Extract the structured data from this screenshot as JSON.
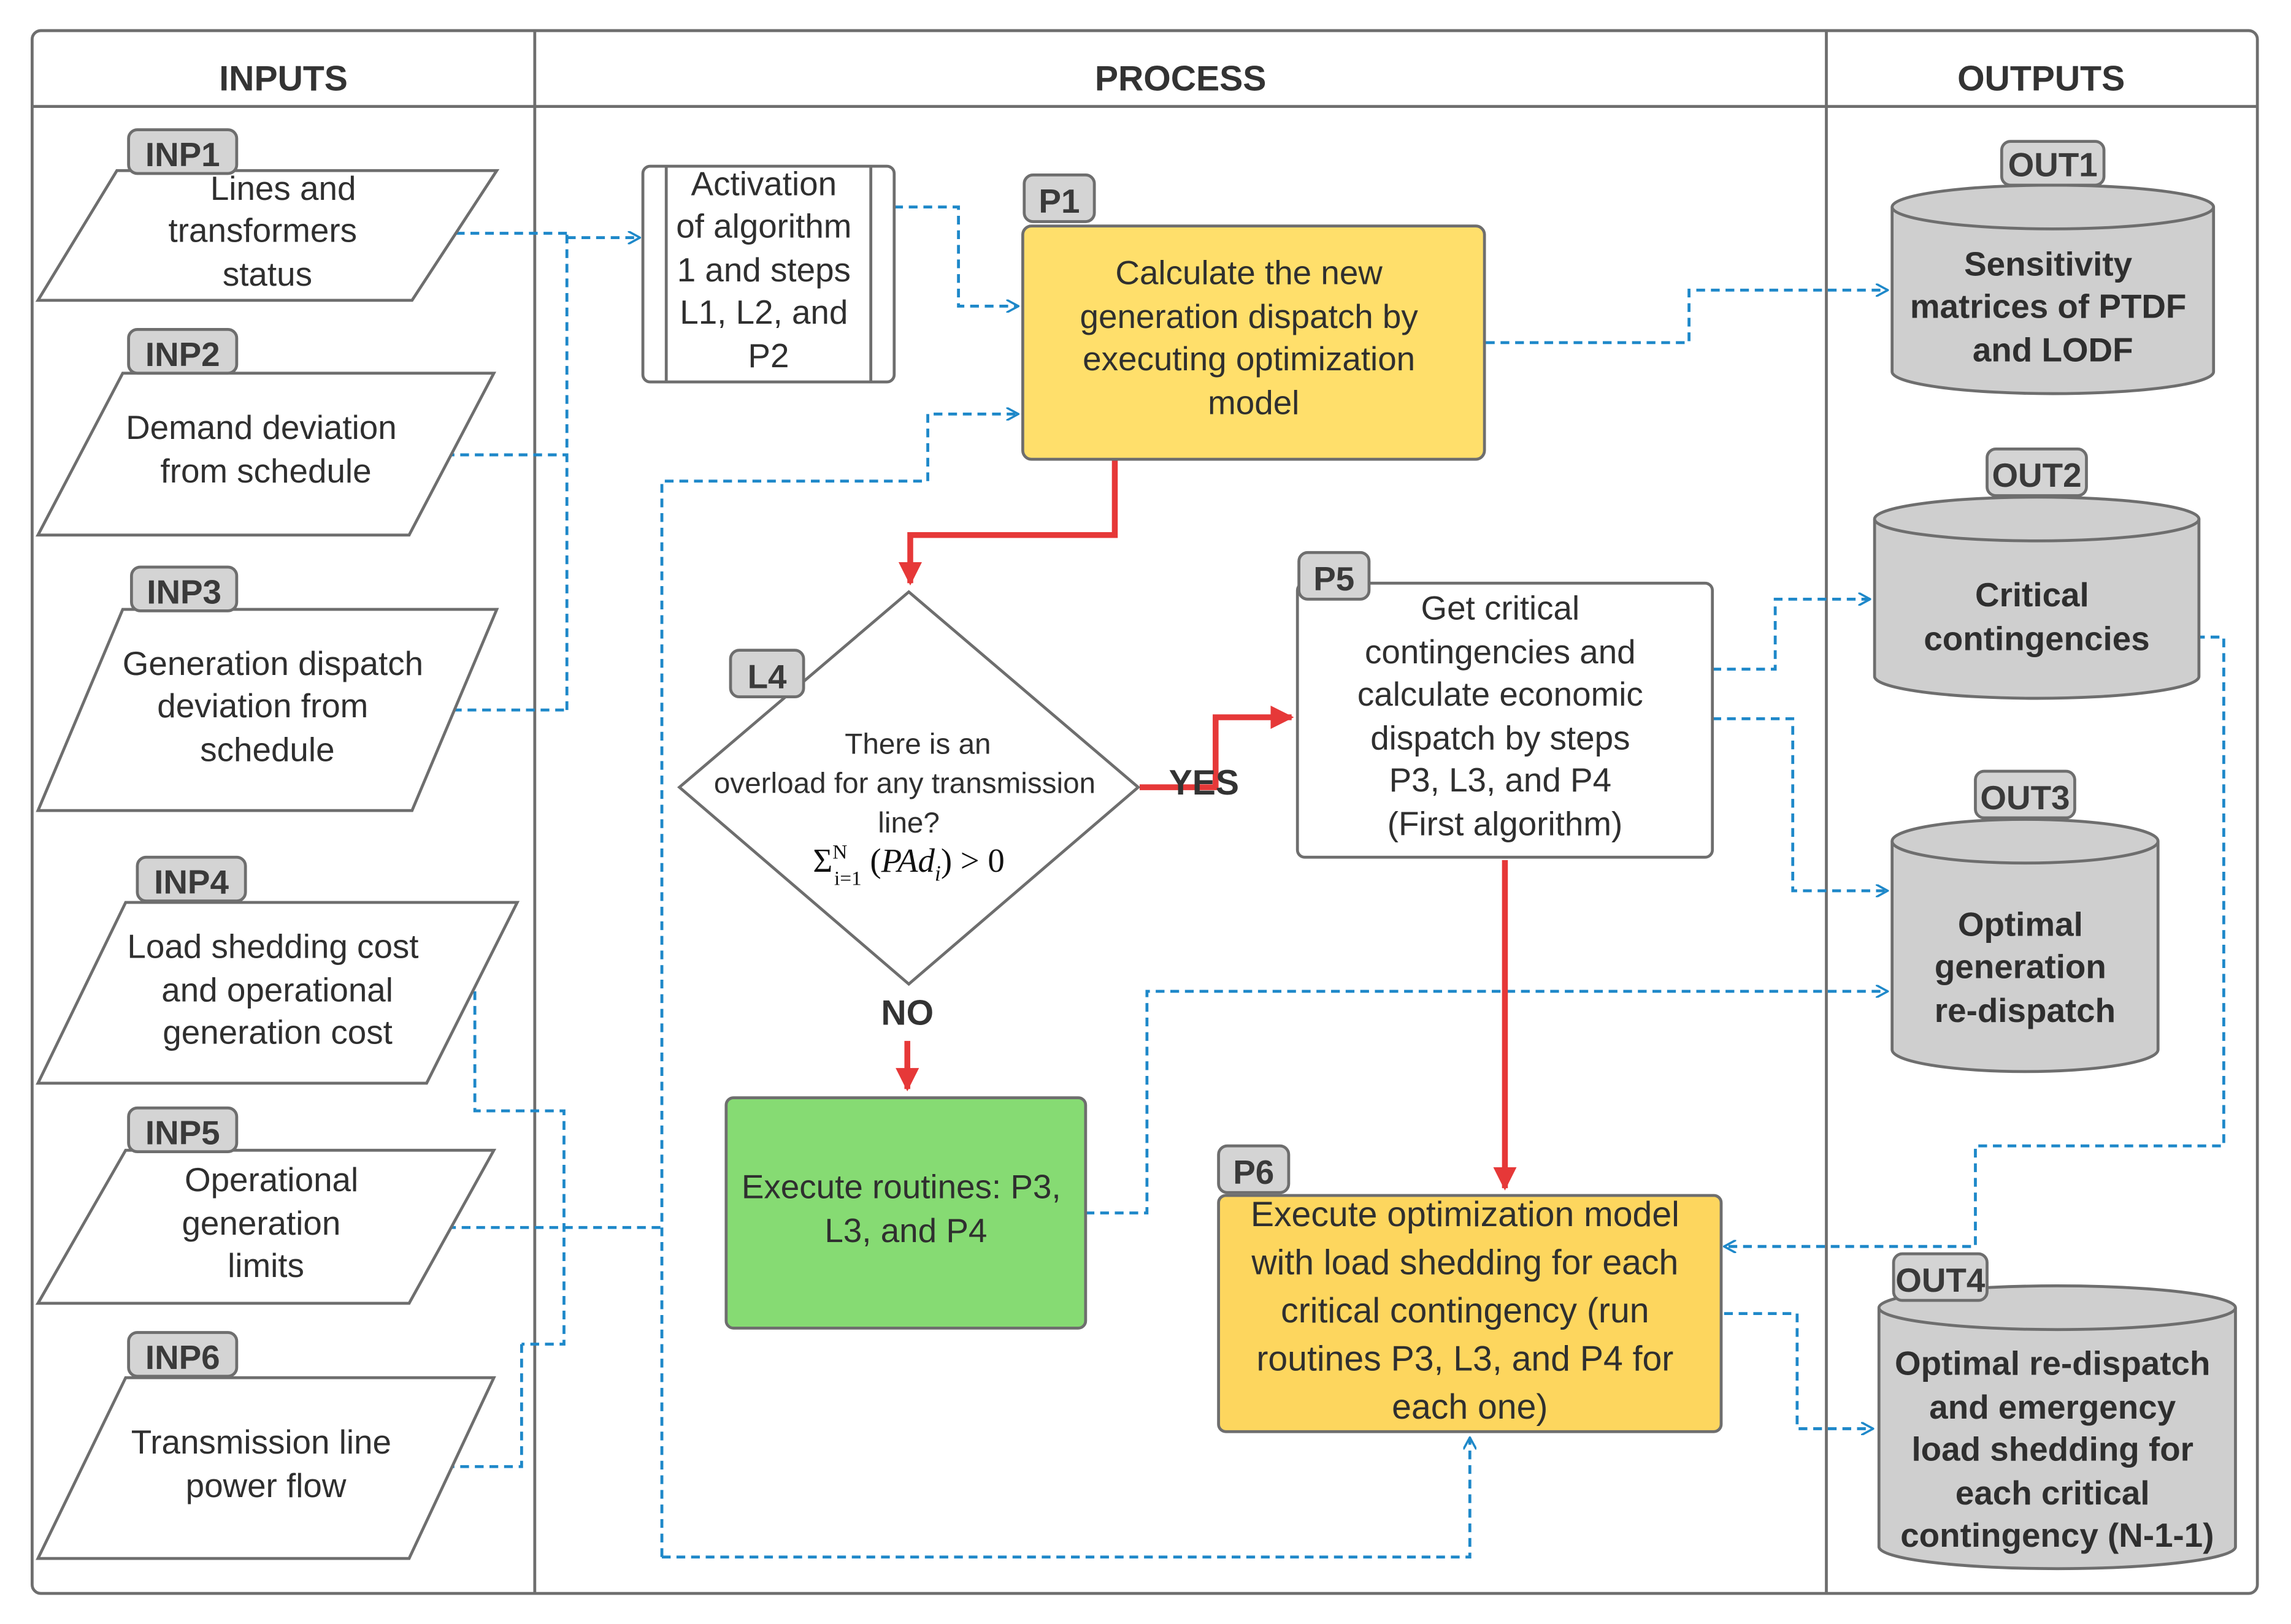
{
  "columns": {
    "inputs": "INPUTS",
    "process": "PROCESS",
    "outputs": "OUTPUTS"
  },
  "inputs": [
    {
      "tag": "INP1",
      "lines": [
        "Lines and",
        "transformers",
        "status"
      ]
    },
    {
      "tag": "INP2",
      "lines": [
        "Demand deviation",
        "from schedule"
      ]
    },
    {
      "tag": "INP3",
      "lines": [
        "Generation dispatch",
        "deviation from",
        "schedule"
      ]
    },
    {
      "tag": "INP4",
      "lines": [
        "Load shedding cost",
        "and operational",
        "generation cost"
      ]
    },
    {
      "tag": "INP5",
      "lines": [
        "Operational",
        "generation",
        "limits"
      ]
    },
    {
      "tag": "INP6",
      "lines": [
        "Transmission line",
        "power flow"
      ]
    }
  ],
  "process": {
    "activation": {
      "lines": [
        "Activation",
        "of algorithm",
        "1 and steps",
        "L1, L2, and",
        "P2"
      ]
    },
    "p1": {
      "tag": "P1",
      "lines": [
        "Calculate the new",
        "generation dispatch by",
        "executing optimization",
        "model"
      ],
      "fill": "#ffdf6b"
    },
    "l4": {
      "tag": "L4",
      "lines": [
        "There is an",
        "overload for any transmission",
        "line?"
      ],
      "formula": "Σ_{i=1}^{N} (PAd_i) > 0",
      "yes": "YES",
      "no": "NO"
    },
    "p5": {
      "tag": "P5",
      "lines": [
        "Get critical",
        "contingencies and",
        "calculate economic",
        "dispatch by steps",
        "P3, L3, and P4",
        "(First algorithm)"
      ]
    },
    "routines": {
      "lines": [
        "Execute routines: P3,",
        "L3, and P4"
      ],
      "fill": "#86db73"
    },
    "p6": {
      "tag": "P6",
      "lines": [
        "Execute optimization model",
        "with load shedding for each",
        "critical contingency  (run",
        "routines P3, L3, and P4 for",
        "each one)"
      ],
      "fill": "#fdd65e"
    }
  },
  "outputs": [
    {
      "tag": "OUT1",
      "lines": [
        "Sensitivity",
        "matrices of  PTDF",
        "and LODF"
      ]
    },
    {
      "tag": "OUT2",
      "lines": [
        "Critical",
        "contingencies"
      ]
    },
    {
      "tag": "OUT3",
      "lines": [
        "Optimal",
        "generation",
        "re-dispatch"
      ]
    },
    {
      "tag": "OUT4",
      "lines": [
        "Optimal re-dispatch",
        "and emergency",
        "load shedding for",
        "each critical",
        "contingency (N-1-1)"
      ]
    }
  ],
  "colors": {
    "flow_dashed": "#1e88c9",
    "flow_main": "#e63838",
    "tag_fill": "#d4d4d4",
    "store_fill": "#cfcfcf",
    "border": "#6e6e6e"
  }
}
